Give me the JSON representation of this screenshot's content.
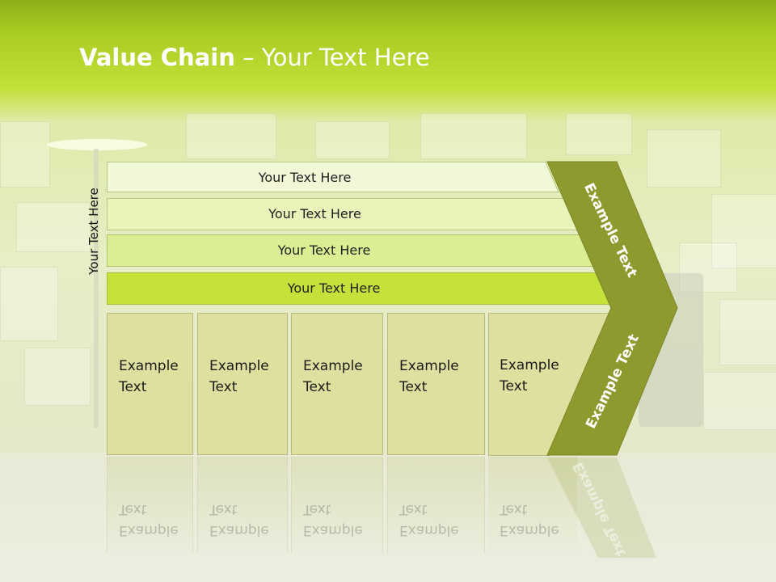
{
  "title": {
    "bold": "Value Chain",
    "rest": " – Your Text Here"
  },
  "side_label": "Your Text Here",
  "bars": [
    {
      "label": "Your Text Here",
      "color": "#f1f8d8"
    },
    {
      "label": "Your Text Here",
      "color": "#e9f4bb"
    },
    {
      "label": "Your Text Here",
      "color": "#dcee94"
    },
    {
      "label": "Your Text Here",
      "color": "#c4e23a"
    }
  ],
  "cards": [
    {
      "label": "Example\nText"
    },
    {
      "label": "Example\nText"
    },
    {
      "label": "Example\nText"
    },
    {
      "label": "Example\nText"
    },
    {
      "label": "Example\nText"
    }
  ],
  "chevron": {
    "upper_text": "Example Text",
    "lower_text": "Example Text",
    "color": "#8f9a2e"
  }
}
